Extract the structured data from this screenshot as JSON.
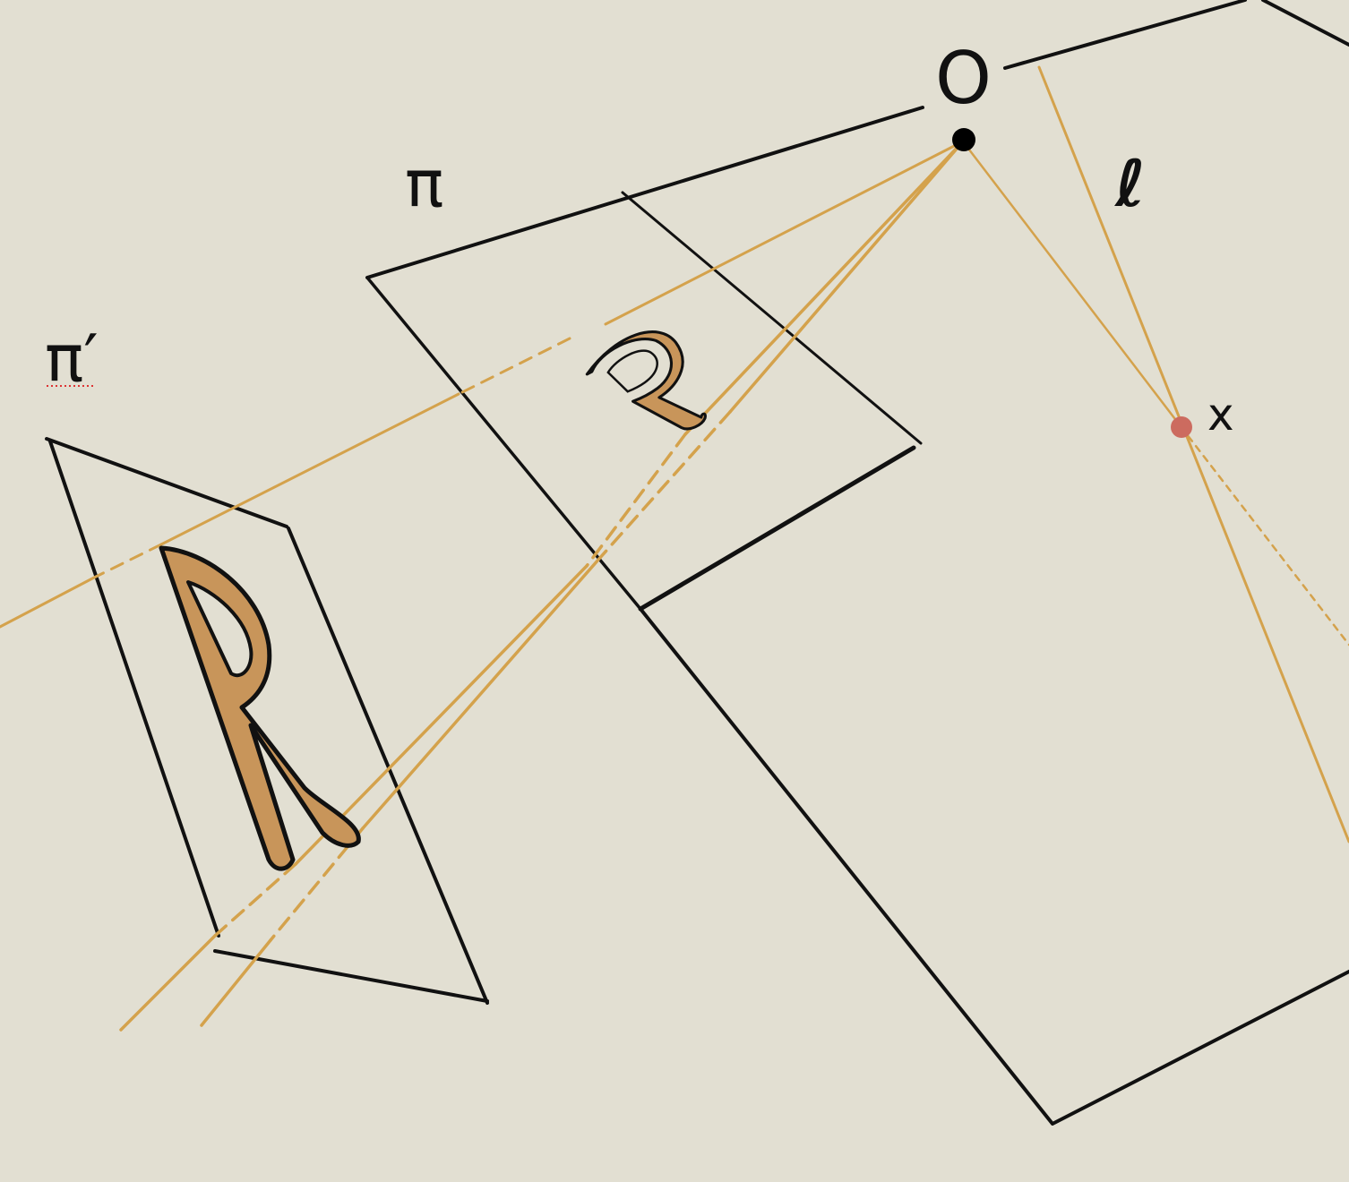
{
  "labels": {
    "center": "O",
    "plane_near": "π",
    "plane_far": "π′",
    "line": "ℓ",
    "point": "x",
    "glyph": "R"
  },
  "colors": {
    "background": "#e2dfd2",
    "ray": "#d4a24c",
    "plane_edge": "#111111",
    "point_x": "#cc6b5f",
    "center_point": "#000000",
    "glyph_fill": "#c8955a"
  }
}
